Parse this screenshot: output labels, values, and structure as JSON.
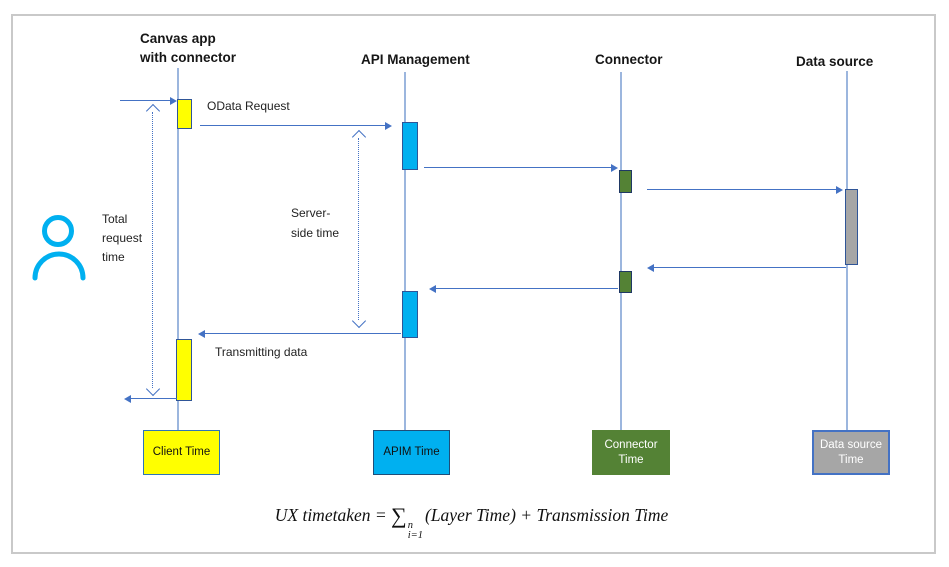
{
  "actors": [
    {
      "id": "canvas",
      "title": "Canvas app\nwith connector",
      "legend_label": "Client Time",
      "color": "#FFFF00"
    },
    {
      "id": "apim",
      "title": "API Management",
      "legend_label": "APIM Time",
      "color": "#00B0F0"
    },
    {
      "id": "connector",
      "title": "Connector",
      "legend_label": "Connector\nTime",
      "color": "#548235"
    },
    {
      "id": "datasource",
      "title": "Data source",
      "legend_label": "Data source\nTime",
      "color": "#A6A6A6"
    }
  ],
  "messages": [
    {
      "from": "user",
      "to": "canvas",
      "label": ""
    },
    {
      "from": "canvas",
      "to": "apim",
      "label": "OData Request"
    },
    {
      "from": "apim",
      "to": "connector",
      "label": ""
    },
    {
      "from": "connector",
      "to": "datasource",
      "label": ""
    },
    {
      "from": "datasource",
      "to": "connector",
      "label": ""
    },
    {
      "from": "connector",
      "to": "apim",
      "label": ""
    },
    {
      "from": "apim",
      "to": "canvas",
      "label": "Transmitting data"
    },
    {
      "from": "canvas",
      "to": "user",
      "label": ""
    }
  ],
  "measurements": {
    "total_request": "Total\nrequest\ntime",
    "server_side": "Server-\nside time"
  },
  "formula": {
    "prefix": "UX timetaken =  ",
    "sigma": "∑",
    "sup": "n",
    "sub": "i=1",
    "suffix": "(Layer Time) + Transmission Time"
  },
  "icons": {
    "person": "person-icon"
  },
  "colors": {
    "arrow": "#4472C4",
    "lifeline": "#9CB6DE",
    "client_fill": "#FFFF00",
    "apim_fill": "#00B0F0",
    "connector_fill": "#548235",
    "datasource_fill": "#A6A6A6",
    "person": "#00B0F0",
    "frame_border": "#C9C9C9"
  }
}
